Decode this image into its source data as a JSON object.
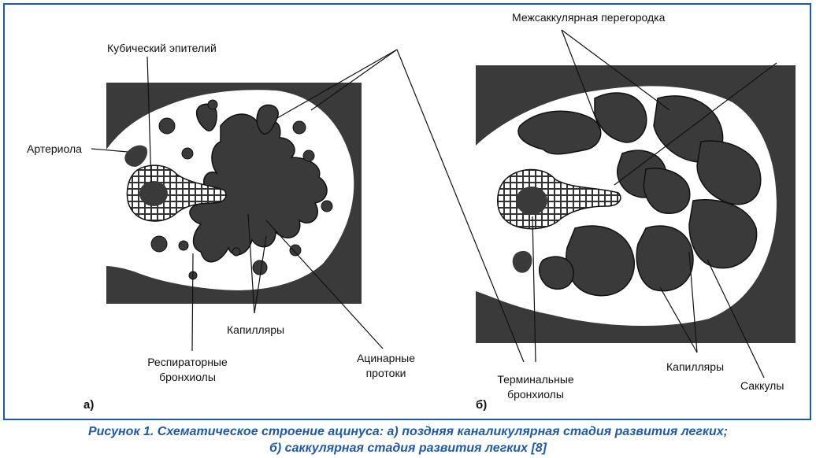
{
  "labels": {
    "cubic_epithelium": "Кубический эпителий",
    "arteriole": "Артериола",
    "capillaries_a": "Капилляры",
    "respiratory_bronchioles_1": "Респираторные",
    "respiratory_bronchioles_2": "бронхиолы",
    "acinar_ducts_1": "Ацинарные",
    "acinar_ducts_2": "протоки",
    "intersaccular_septum": "Межсаккулярная перегородка",
    "terminal_bronchioles_1": "Терминальные",
    "terminal_bronchioles_2": "бронхиолы",
    "capillaries_b": "Капилляры",
    "saccules": "Саккулы"
  },
  "panels": {
    "a": "а)",
    "b": "б)"
  },
  "caption": {
    "line1": "Рисунок 1. Схематическое строение ацинуса: а) поздняя каналикулярная стадия развития легких;",
    "line2": "б) саккулярная стадия развития легких [8]"
  },
  "colors": {
    "accent": "#1f5aa8",
    "tissue": "#3a3a3a",
    "background": "#ffffff"
  }
}
